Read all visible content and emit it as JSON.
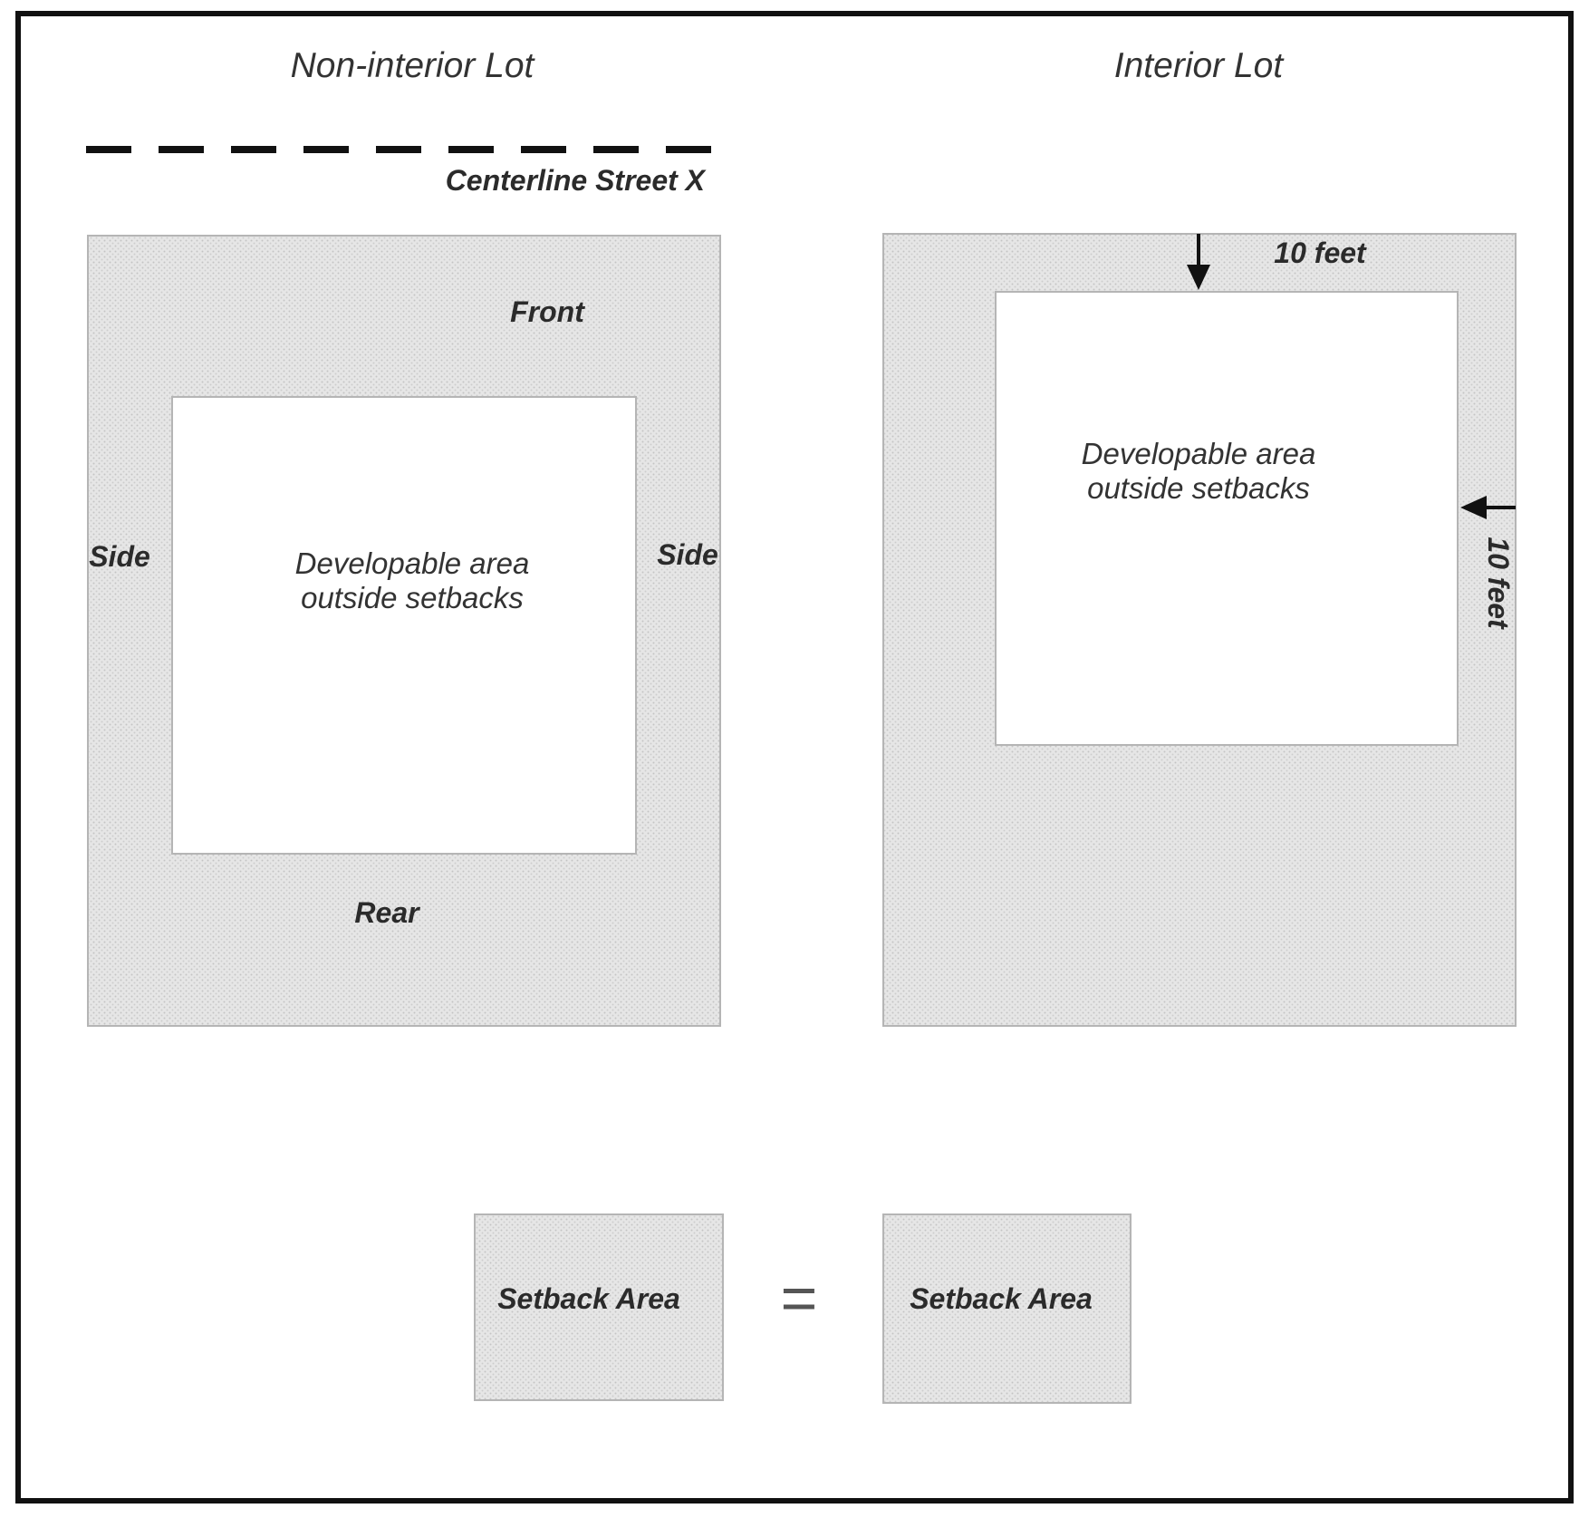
{
  "titles": {
    "non_interior": "Non-interior Lot",
    "interior": "Interior Lot"
  },
  "non_interior_lot": {
    "centerline_label": "Centerline Street X",
    "front_label": "Front",
    "side_left_label": "Side",
    "side_right_label": "Side",
    "rear_label": "Rear",
    "developable_line1": "Developable area",
    "developable_line2": "outside setbacks"
  },
  "interior_lot": {
    "top_setback_label": "10 feet",
    "right_setback_label": "10 feet",
    "developable_line1": "Developable area",
    "developable_line2": "outside setbacks"
  },
  "legend": {
    "left_label": "Setback Area",
    "equals": "=",
    "right_label": "Setback Area"
  },
  "colors": {
    "frame": "#111111",
    "setback_fill": "#e6e6e6",
    "setback_dot": "#c4c4c4",
    "lot_border": "#b5b5b5",
    "developable_fill": "#ffffff"
  }
}
